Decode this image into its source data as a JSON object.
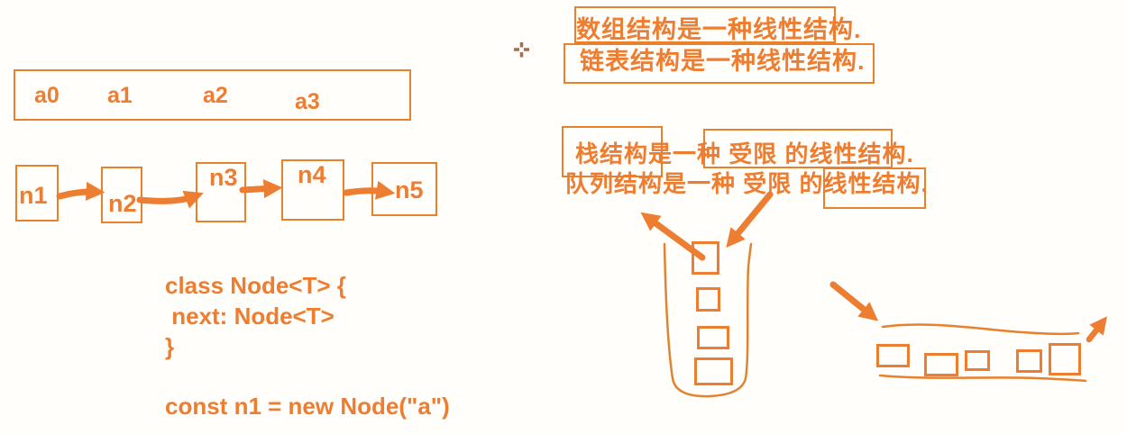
{
  "board": {
    "description": "whiteboard drawing about linear data structures",
    "background_color": "#fffefb"
  },
  "ink": {
    "primary": "#ed7d31",
    "box_stroke": "#e8802c",
    "cursor_color": "#a86c4e"
  },
  "array": {
    "cells": [
      "a0",
      "a1",
      "a2",
      "a3"
    ]
  },
  "list": {
    "nodes": [
      "n1",
      "n2",
      "n3",
      "n4",
      "n5"
    ]
  },
  "code": {
    "line1": "class Node<T> {",
    "line2": " next: Node<T>",
    "line3": "}",
    "line4": "const n1 = new Node(\"a\")"
  },
  "notes": {
    "linear1": "数组结构是一种线性结构.",
    "linear2": "链表结构是一种线性结构.",
    "restricted1": "栈结构是一种 受限 的线性结构.",
    "restricted2": "队列结构是一种 受限 的线性结构."
  },
  "cursor": {
    "type": "crosshair"
  }
}
